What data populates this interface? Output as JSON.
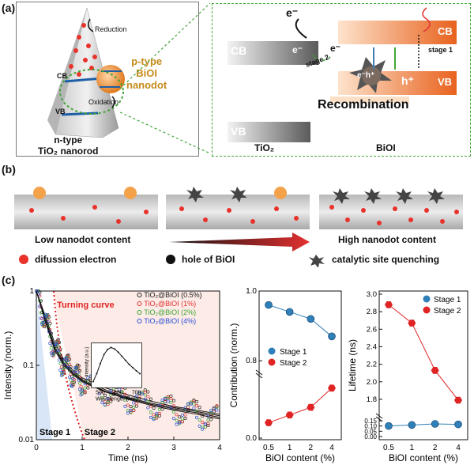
{
  "panel_a": {
    "label": "(a)",
    "reduction": "Reduction",
    "oxidation": "Oxidation",
    "cb": "CB",
    "vb": "VB",
    "ptype_line1": "p-type",
    "ptype_line2": "BiOI",
    "ptype_line3": "nanodot",
    "ntype_line1": "n-type",
    "ntype_line2": "TiO₂ nanorod",
    "zoom": {
      "cb_tio2": "CB",
      "vb_tio2": "VB",
      "e_minus": "e⁻",
      "stage1": "stage 1",
      "stage2": "stage 2",
      "bioi_cb": "CB",
      "bioi_vb": "VB",
      "hplus": "h⁺",
      "eh": "e⁻h⁺",
      "recombination": "Recombination",
      "tio2_label": "TiO₂",
      "bioi_label": "BiOI"
    }
  },
  "panel_b": {
    "label": "(b)",
    "low": "Low nanodot content",
    "high": "High nanodot content",
    "legend_electron": "difussion electron",
    "legend_hole": "hole of BiOI",
    "legend_quench": "catalytic site quenching"
  },
  "panel_c": {
    "label": "(c)",
    "chart_data": [
      {
        "type": "scatter",
        "xlabel": "Time (ns)",
        "ylabel": "Intensity (norm.)",
        "xlim": [
          0,
          4
        ],
        "ylim": [
          0.01,
          1
        ],
        "yscale": "log",
        "xticks": [
          "0",
          "1",
          "2",
          "3",
          "4"
        ],
        "yticks": [
          "0.01",
          "0.1",
          "1"
        ],
        "annotations": [
          "Turning curve",
          "Stage 1",
          "Stage 2"
        ],
        "legend_position": "top-right",
        "series": [
          {
            "name": "TiO₂@BiOI (0.5%)",
            "color": "#222222",
            "x": [
              0,
              0.2,
              0.4,
              0.6,
              0.8,
              1.0,
              1.5,
              2.0,
              2.5,
              3.0,
              3.5,
              4.0
            ],
            "y": [
              1,
              0.45,
              0.2,
              0.12,
              0.085,
              0.068,
              0.05,
              0.04,
              0.033,
              0.028,
              0.025,
              0.022
            ]
          },
          {
            "name": "TiO₂@BiOI (1%)",
            "color": "#e23030",
            "x": [
              0,
              0.2,
              0.4,
              0.6,
              0.8,
              1.0,
              1.5,
              2.0,
              2.5,
              3.0,
              3.5,
              4.0
            ],
            "y": [
              1,
              0.42,
              0.18,
              0.11,
              0.08,
              0.064,
              0.047,
              0.037,
              0.031,
              0.027,
              0.024,
              0.021
            ]
          },
          {
            "name": "TiO₂@BiOI (2%)",
            "color": "#3fa535",
            "x": [
              0,
              0.2,
              0.4,
              0.6,
              0.8,
              1.0,
              1.5,
              2.0,
              2.5,
              3.0,
              3.5,
              4.0
            ],
            "y": [
              1,
              0.4,
              0.17,
              0.105,
              0.078,
              0.062,
              0.045,
              0.036,
              0.03,
              0.026,
              0.023,
              0.02
            ]
          },
          {
            "name": "TiO₂@BiOI (4%)",
            "color": "#2a4fd6",
            "x": [
              0,
              0.2,
              0.4,
              0.6,
              0.8,
              1.0,
              1.5,
              2.0,
              2.5,
              3.0,
              3.5,
              4.0
            ],
            "y": [
              1,
              0.38,
              0.16,
              0.1,
              0.075,
              0.06,
              0.044,
              0.035,
              0.029,
              0.025,
              0.022,
              0.019
            ]
          }
        ],
        "inset": {
          "xlabel": "Wavelength (nm)",
          "ylabel": "PL Intensity (a.u.)",
          "xticks": [
            "500",
            "600",
            "700"
          ],
          "x": [
            460,
            480,
            500,
            520,
            540,
            560,
            580,
            600,
            620,
            640,
            660,
            680,
            700,
            720
          ],
          "y": [
            0.15,
            0.35,
            0.6,
            0.82,
            0.95,
            1.0,
            0.96,
            0.88,
            0.78,
            0.68,
            0.58,
            0.5,
            0.42,
            0.35
          ]
        }
      },
      {
        "type": "line",
        "xlabel": "BiOI content (%)",
        "ylabel": "Contribution (norm.)",
        "categories": [
          "0.5",
          "1",
          "2",
          "4"
        ],
        "yticks_upper": [
          "0.8",
          "1.0"
        ],
        "yticks_lower": [
          "0.0"
        ],
        "legend_position": "center",
        "series": [
          {
            "name": "Stage 1",
            "color": "#2f7fb8",
            "values": [
              0.96,
              0.94,
              0.92,
              0.87
            ]
          },
          {
            "name": "Stage 2",
            "color": "#e02424",
            "values": [
              0.04,
              0.06,
              0.08,
              0.13
            ]
          }
        ]
      },
      {
        "type": "line",
        "xlabel": "BiOI content (%)",
        "ylabel": "Lifetime (ns)",
        "categories": [
          "0.5",
          "1",
          "2",
          "4"
        ],
        "yticks_upper": [
          "1.8",
          "2.0",
          "2.2",
          "2.4",
          "2.6",
          "2.8",
          "3.0"
        ],
        "yticks_lower": [
          "0.00",
          "0.05",
          "0.10",
          "0.15"
        ],
        "legend_position": "top-right",
        "series": [
          {
            "name": "Stage 1",
            "color": "#2f7fb8",
            "values": [
              0.1,
              0.11,
              0.12,
              0.115
            ]
          },
          {
            "name": "Stage 2",
            "color": "#e02424",
            "values": [
              2.88,
              2.67,
              2.13,
              1.79
            ]
          }
        ]
      }
    ]
  }
}
